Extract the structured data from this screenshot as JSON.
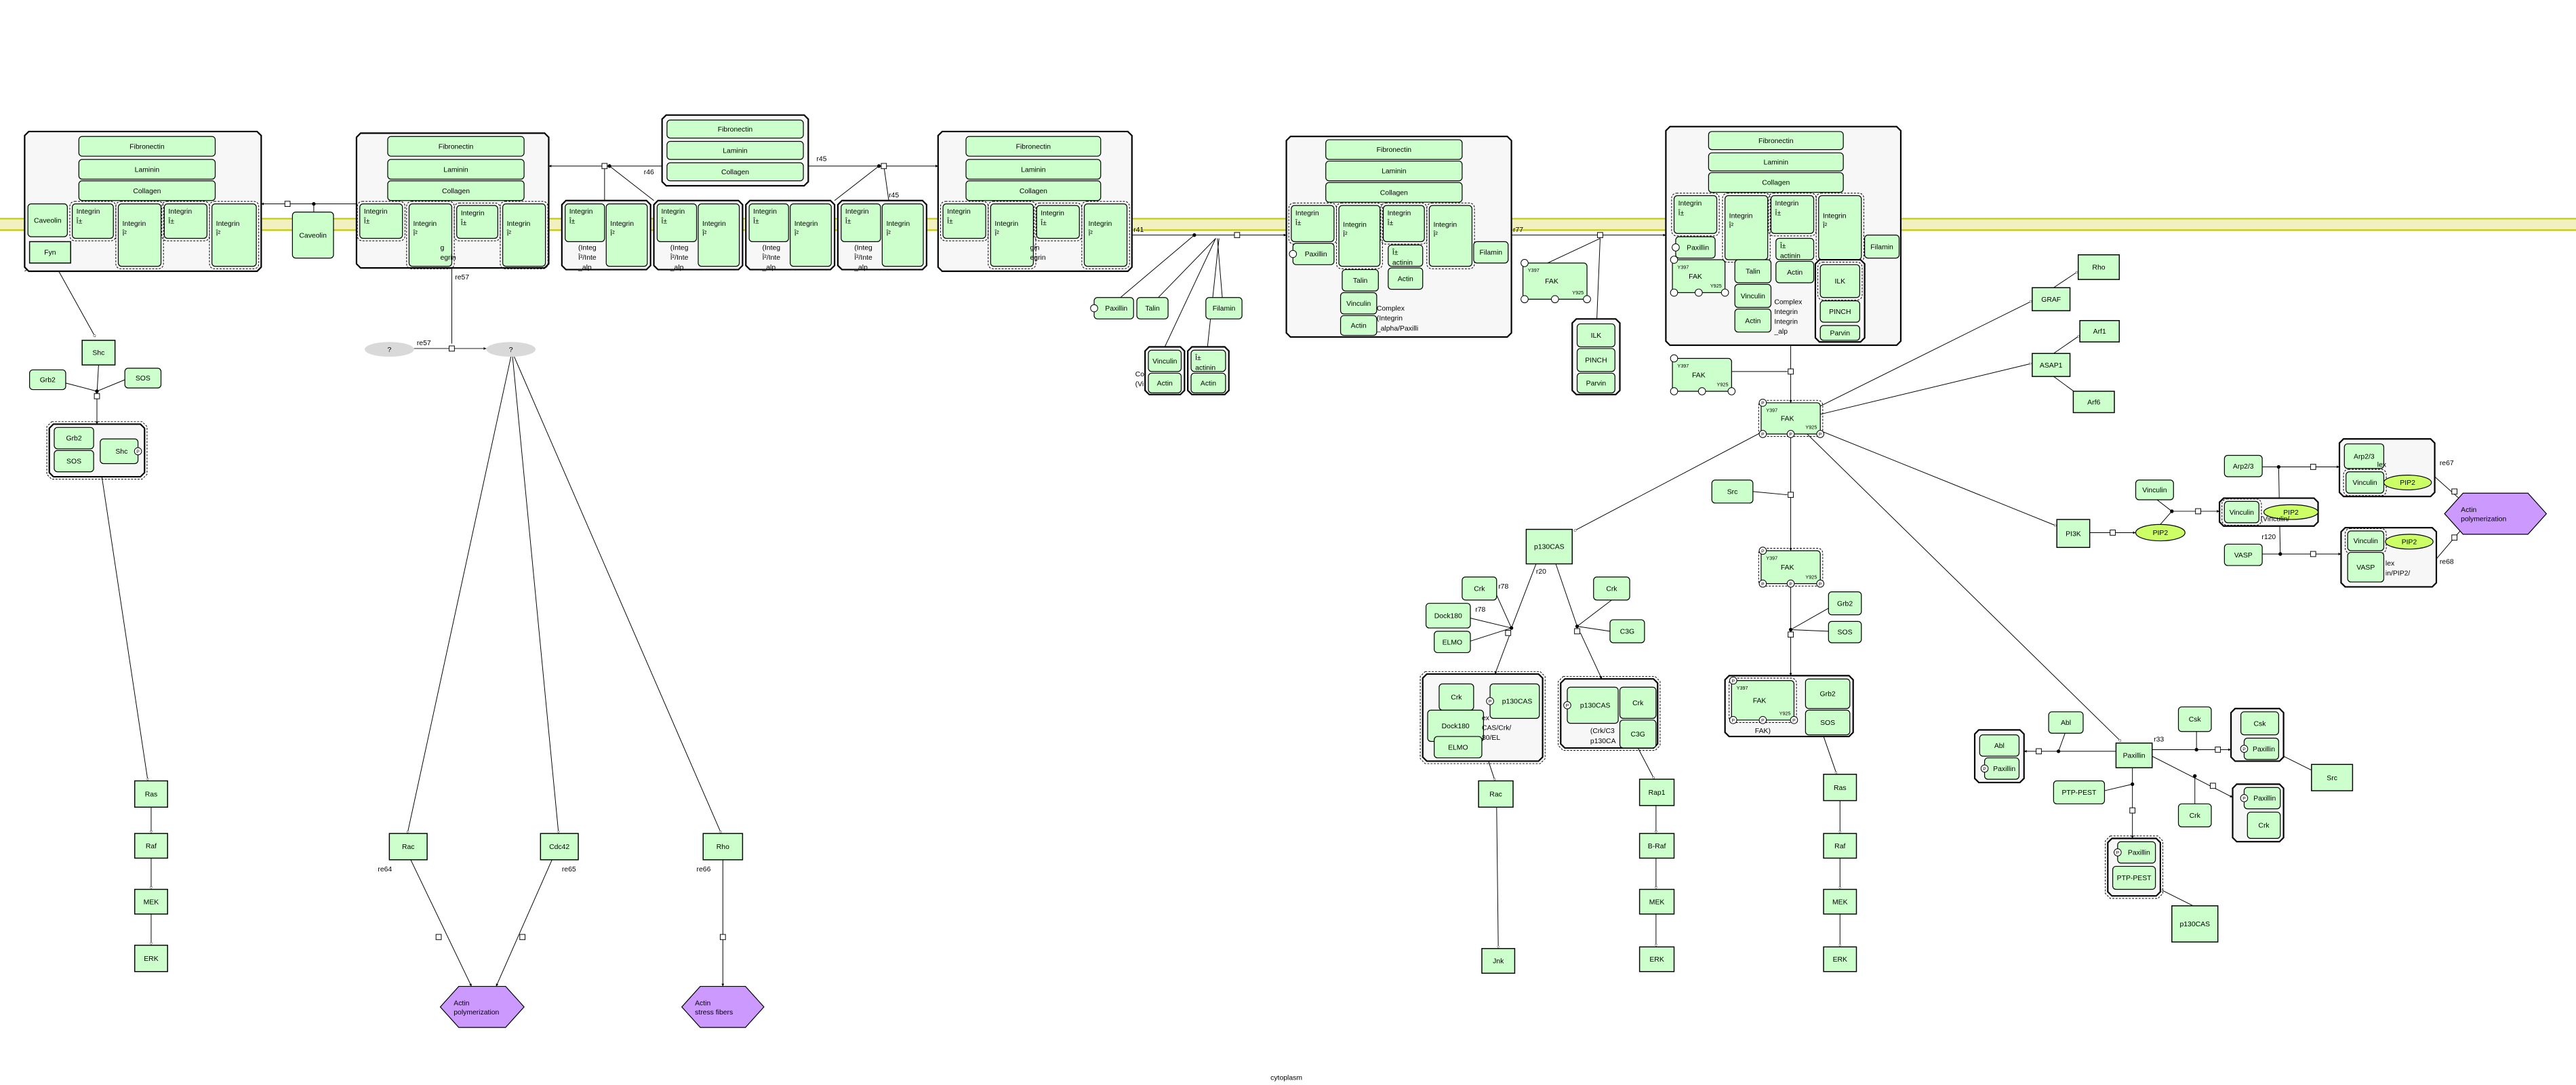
{
  "compartment": "cytoplasm",
  "colors": {
    "protein": "#ccffcc",
    "complex": "#f7f7f7",
    "simple_molecule": "#ccff66",
    "phenotype": "#cc99ff",
    "unknown": "#d9d9d9",
    "membrane": "#f0f0c0",
    "membrane_border": "#c8c800"
  },
  "labels": {
    "c1_fn": "Fibronectin",
    "c1_lm": "Laminin",
    "c1_cl": "Collagen",
    "c1_cav": "Caveolin",
    "c1_ia": [
      "Integrin",
      "Î±"
    ],
    "c1_ib": [
      "Integrin",
      "Î²"
    ],
    "c1_ia2": [
      "Integrin",
      "Î±"
    ],
    "c1_ib2": [
      "Integrin",
      "Î²"
    ],
    "c1_fyn": "Fyn",
    "cav2": "Caveolin",
    "c2_fn": "Fibronectin",
    "c2_lm": "Laminin",
    "c2_cl": "Collagen",
    "c2_ia": [
      "Integrin",
      "Î±"
    ],
    "c2_ib": [
      "Integrin",
      "Î²"
    ],
    "c2_ia2": [
      "Integrin",
      "Î±"
    ],
    "c2_ib2": [
      "Integrin",
      "Î²"
    ],
    "c2_t": [
      "g",
      "egrin"
    ],
    "t_fn": "Fibronectin",
    "t_lm": "Laminin",
    "t_cl": "Collagen",
    "s1_ia": [
      "Integrin",
      "Î±"
    ],
    "s1_ib": [
      "Integrin",
      "Î²"
    ],
    "s1_t": [
      "(Integ",
      "Î²/Inte",
      "_alp"
    ],
    "s2_ia": [
      "Integrin",
      "Î±"
    ],
    "s2_ib": [
      "Integrin",
      "Î²"
    ],
    "s2_t": [
      "(Integ",
      "Î²/Inte",
      "_alp"
    ],
    "s3_ia": [
      "Integrin",
      "Î±"
    ],
    "s3_ib": [
      "Integrin",
      "Î²"
    ],
    "s3_t": [
      "(Integ",
      "Î²/Inte",
      "_alp"
    ],
    "s4_ia": [
      "Integrin",
      "Î±"
    ],
    "s4_ib": [
      "Integrin",
      "Î²"
    ],
    "s4_t": [
      "(Integ",
      "Î²/Inte",
      "_alp"
    ],
    "c3_fn": "Fibronectin",
    "c3_lm": "Laminin",
    "c3_cl": "Collagen",
    "c3_ia": [
      "Integrin",
      "Î±"
    ],
    "c3_ib": [
      "Integrin",
      "Î²"
    ],
    "c3_ia2": [
      "Integrin",
      "Î±"
    ],
    "c3_ib2": [
      "Integrin",
      "Î²"
    ],
    "c3_t": [
      "gin",
      "egrin"
    ],
    "pax1": "Paxillin",
    "talin1": "Talin",
    "filamin1": "Filamin",
    "cva_v": "Vinculin",
    "cva_a": "Actin",
    "cva_t": [
      "Co",
      "(Vi"
    ],
    "caa_aa": [
      "Î±",
      "actinin"
    ],
    "caa_a": "Actin",
    "c4_fn": "Fibronectin",
    "c4_lm": "Laminin",
    "c4_cl": "Collagen",
    "c4_ia": [
      "Integrin",
      "Î±"
    ],
    "c4_ib": [
      "Integrin",
      "Î²"
    ],
    "c4_ia2": [
      "Integrin",
      "Î±"
    ],
    "c4_ib2": [
      "Integrin",
      "Î²"
    ],
    "c4_pax": "Paxillin",
    "c4_aa": [
      "Î±",
      "actinin"
    ],
    "c4_act1": "Actin",
    "c4_talin": "Talin",
    "c4_vinc": "Vinculin",
    "c4_act2": "Actin",
    "c4_filamin": "Filamin",
    "c4_t": [
      "Complex",
      "(Integrin",
      "_alpha/Paxilli"
    ],
    "fak1": [
      "Y397",
      "FAK",
      "Y925"
    ],
    "ipp_ilk": "ILK",
    "ipp_pinch": "PINCH",
    "ipp_parvin": "Parvin",
    "c5_fn": "Fibronectin",
    "c5_lm": "Laminin",
    "c5_cl": "Collagen",
    "c5_ia": [
      "Integrin",
      "Î±"
    ],
    "c5_ib": [
      "Integrin",
      "Î²"
    ],
    "c5_ia2": [
      "Integrin",
      "Î±"
    ],
    "c5_ib2": [
      "Integrin",
      "Î²"
    ],
    "c5_filamin": "Filamin",
    "c5_pax": "Paxillin",
    "c5_fak": [
      "Y397",
      "FAK",
      "Y925"
    ],
    "c5_talin": "Talin",
    "c5_aa": [
      "Î±",
      "actinin"
    ],
    "c5_act1": "Actin",
    "c5_vinc": "Vinculin",
    "c5_act2": "Actin",
    "c5_ilk": "ILK",
    "c5_pinch": "PINCH",
    "c5_parvin": "Parvin",
    "c5_t": [
      "Complex",
      "Integrin",
      "Integrin",
      "_alp"
    ],
    "fak2": [
      "Y397",
      "FAK",
      "Y925"
    ],
    "fakp1": [
      "Y397",
      "FAK",
      "Y925"
    ],
    "fakp2": [
      "Y397",
      "FAK",
      "Y925"
    ],
    "graf": "GRAF",
    "rho2": "Rho",
    "asap1": "ASAP1",
    "arf1": "Arf1",
    "arf6": "Arf6",
    "src1": "Src",
    "grb2b": "Grb2",
    "sos2": "SOS",
    "fgs_fak": [
      "Y397",
      "FAK",
      "Y925"
    ],
    "fgs_grb2": "Grb2",
    "fgs_sos": "SOS",
    "fgs_t": "FAK)",
    "p130a": "p130CAS",
    "crk1": "Crk",
    "dock1": "Dock180",
    "elmo1": "ELMO",
    "cdx_crk": "Crk",
    "cdx_p130": "p130CAS",
    "cdx_dock": "Dock180",
    "cdx_elmo": "ELMO",
    "cdx_t": [
      "ex",
      "CAS/Crk/",
      "80/EL"
    ],
    "crk2": "Crk",
    "c3g1": "C3G",
    "cc_p130": "p130CAS",
    "cc_crk": "Crk",
    "cc_c3g": "C3G",
    "cc_t": [
      "(Crk/C3",
      "p130CA"
    ],
    "rac2": "Rac",
    "jnk": "Jnk",
    "rap1": "Rap1",
    "braf": "B-Raf",
    "mek2": "MEK",
    "erk2": "ERK",
    "ras3": "Ras",
    "raf3": "Raf",
    "mek3": "MEK",
    "erk3": "ERK",
    "shc1": "Shc",
    "grb2a": "Grb2",
    "sos1": "SOS",
    "gss_grb2": "Grb2",
    "gss_sos": "SOS",
    "gss_shc": "Shc",
    "ras1": "Ras",
    "raf1": "Raf",
    "mek1": "MEK",
    "erk1": "ERK",
    "q1": "?",
    "q2": "?",
    "rac1": "Rac",
    "cdc42": "Cdc42",
    "rho1": "Rho",
    "ph1": [
      "Actin",
      "polymerization"
    ],
    "ph2": [
      "Actin",
      "stress fibers"
    ],
    "pi3k": "PI3K",
    "pip2a": "PIP2",
    "vinc3": "Vinculin",
    "vp_v": "Vinculin",
    "vp_p": "PIP2",
    "vp_t": "(Vinculin/",
    "arp": "Arp2/3",
    "avp_arp": "Arp2/3",
    "avp_v": "Vinculin",
    "avp_p": "PIP2",
    "avp_t": "lex",
    "vasp": "VASP",
    "vvp_v": "Vinculin",
    "vvp_p": "PIP2",
    "vvp_vasp": "VASP",
    "vvp_t": [
      "lex",
      "in/PIP2/"
    ],
    "ph3": [
      "Actin",
      "polymerization"
    ],
    "pax5": "Paxillin",
    "abl1": "Abl",
    "ap_abl": "Abl",
    "ap_pax": "Paxillin",
    "csk1": "Csk",
    "cp_csk": "Csk",
    "cp_pax": "Paxillin",
    "src2": "Src",
    "crk3": "Crk",
    "pc_pax": "Paxillin",
    "pc_crk": "Crk",
    "ptp": "PTP-PEST",
    "pp_pax": "Paxillin",
    "pp_ptp": "PTP-PEST",
    "p130b": "p130CAS",
    "r46": "r46",
    "r45": "r45",
    "r45b": "r45",
    "r41": "r41",
    "r77": "r77",
    "re57a": "re57",
    "re57b": "re57",
    "r20": "r20",
    "r78a": "r78",
    "r78b": "r78",
    "r120": "r120",
    "re67": "re67",
    "re68": "re68",
    "r33": "r33",
    "re64": "re64",
    "re65": "re65",
    "re66": "re66",
    "residue_p": "P"
  }
}
